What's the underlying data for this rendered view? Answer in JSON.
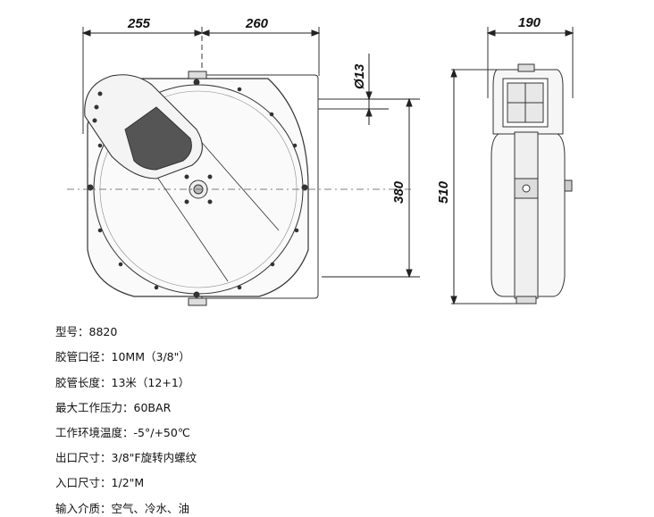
{
  "drawing": {
    "dimensions": {
      "left_width": "255",
      "right_width": "260",
      "side_width": "190",
      "outlet_diameter": "Ø13",
      "outlet_height": "380",
      "total_height": "510"
    }
  },
  "specs": [
    {
      "label": "型号",
      "value": "8820"
    },
    {
      "label": "胶管口径",
      "value": "10MM（3/8\"）"
    },
    {
      "label": "胶管长度",
      "value": "13米（12+1）"
    },
    {
      "label": "最大工作压力",
      "value": "60BAR"
    },
    {
      "label": "工作环境温度",
      "value": "-5°/+50℃"
    },
    {
      "label": "出口尺寸",
      "value": "3/8\"F旋转内螺纹"
    },
    {
      "label": "入口尺寸",
      "value": "1/2\"M"
    },
    {
      "label": "输入介质",
      "value": "空气、冷水、油"
    }
  ]
}
